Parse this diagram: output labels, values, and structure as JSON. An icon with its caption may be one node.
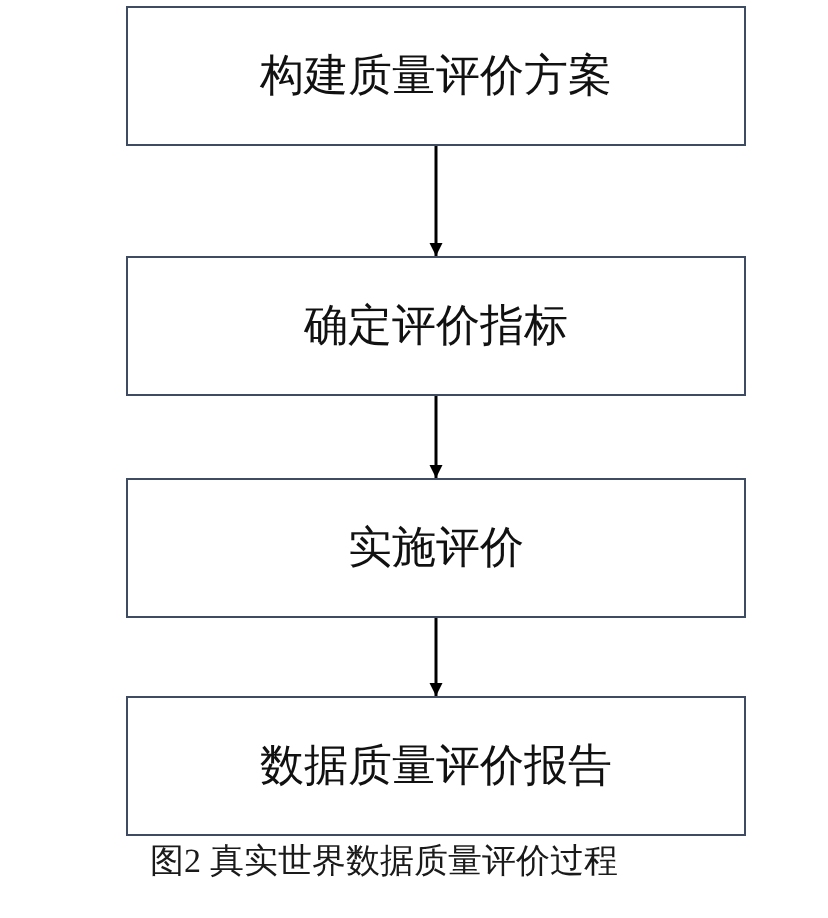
{
  "diagram": {
    "caption": "图2 真实世界数据质量评价过程",
    "nodes": [
      {
        "text": [
          "构建质量评价方案"
        ]
      },
      {
        "text": [
          "确定评价指标"
        ]
      },
      {
        "text": [
          "实施评价"
        ]
      },
      {
        "text": [
          "数据质量评价报告"
        ]
      }
    ],
    "edges": [
      {
        "from": 0,
        "to": 1,
        "arrow": "to"
      },
      {
        "from": 1,
        "to": 2,
        "arrow": "to"
      },
      {
        "from": 2,
        "to": 3,
        "arrow": "to"
      }
    ]
  }
}
